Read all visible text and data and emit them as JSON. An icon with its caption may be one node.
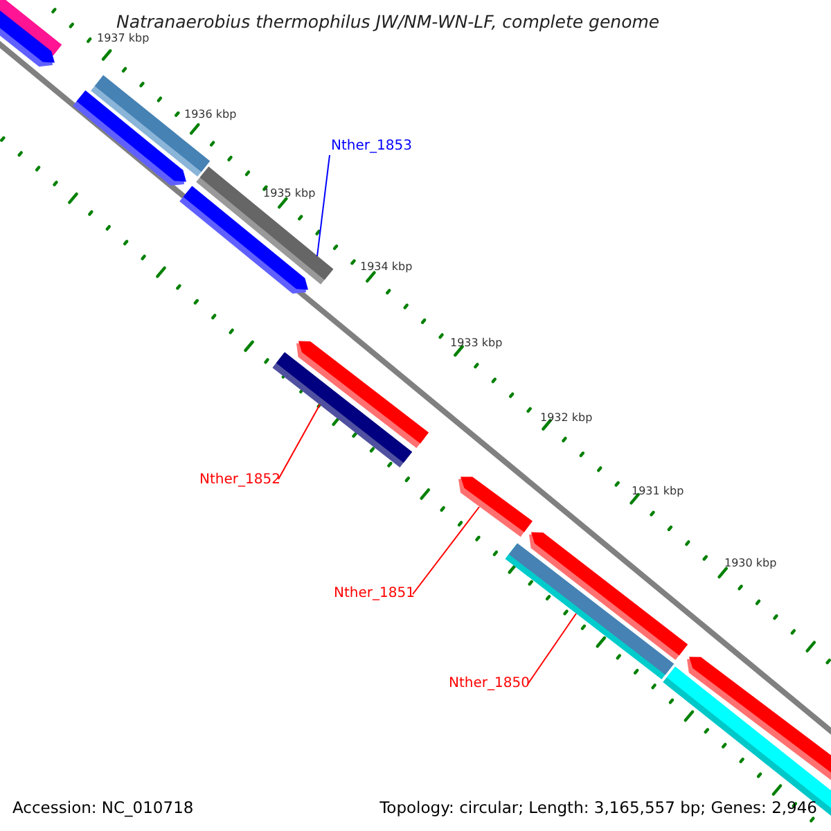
{
  "diagram": {
    "title": "Natranaerobius thermophilus JW/NM-WN-LF, complete genome",
    "nodes": [
      {
        "text": [
          "Nther_1853"
        ]
      },
      {
        "text": [
          "Nther_1852"
        ]
      },
      {
        "text": [
          "Nther_1851"
        ]
      },
      {
        "text": [
          "Nther_1850"
        ]
      },
      {
        "text": [],
        "shape": "bar"
      },
      {
        "text": [],
        "shape": "bar"
      },
      {
        "text": [],
        "shape": "bar"
      },
      {
        "text": [],
        "shape": "bar"
      }
    ],
    "edges": [
      {
        "from": 0,
        "to": 4,
        "arrow": "none",
        "color": "#0000ff"
      },
      {
        "from": 1,
        "to": 5,
        "arrow": "none"
      },
      {
        "from": 2,
        "to": 6,
        "arrow": "none"
      },
      {
        "from": 3,
        "to": 7,
        "arrow": "none"
      }
    ],
    "labels": [
      "1937 kbp",
      "1936 kbp",
      "1935 kbp",
      "1934 kbp",
      "1933 kbp",
      "1932 kbp",
      "1931 kbp",
      "1930 kbp",
      "Accession: NC_010718",
      "Topology: circular; Length: 3,165,557 bp; Genes: 2,946"
    ]
  }
}
